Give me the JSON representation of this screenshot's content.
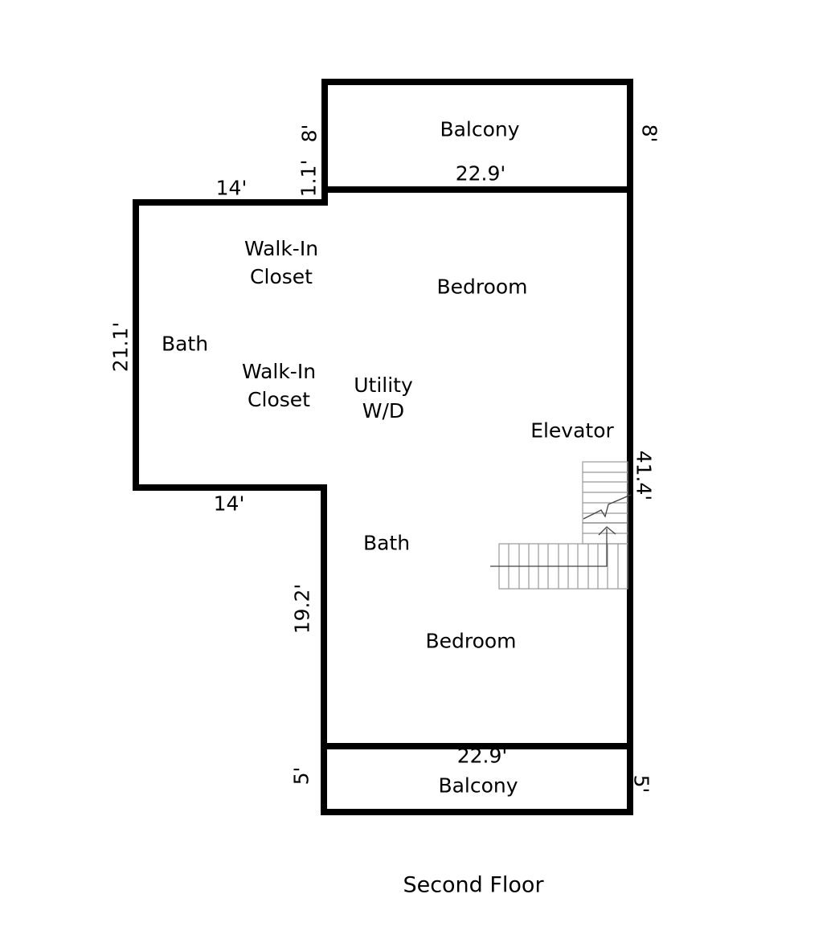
{
  "title": "Second Floor",
  "colors": {
    "wall": "#000000",
    "stair_tread": "#999999",
    "stair_arrow": "#444444",
    "text": "#000000",
    "background": "#ffffff"
  },
  "rooms": {
    "balcony_top": "Balcony",
    "bedroom_upper": "Bedroom",
    "walk_in_closet_upper": {
      "line1": "Walk-In",
      "line2": "Closet"
    },
    "bath_upper": "Bath",
    "walk_in_closet_lower": {
      "line1": "Walk-In",
      "line2": "Closet"
    },
    "utility": {
      "line1": "Utility",
      "line2": "W/D"
    },
    "elevator": "Elevator",
    "bath_lower": "Bath",
    "bedroom_lower": "Bedroom",
    "balcony_bottom": "Balcony"
  },
  "dimensions": {
    "balcony_top_width": "22.9'",
    "balcony_top_left_depth": "8'",
    "balcony_top_right_depth": "8'",
    "entry_step": "1.1'",
    "upper_left_width": "14'",
    "left_side_height": "21.1'",
    "lower_left_width": "14'",
    "mid_left_height": "19.2'",
    "right_side_height": "41.4'",
    "balcony_bottom_width": "22.9'",
    "balcony_bottom_left_depth": "5'",
    "balcony_bottom_right_depth": "5'"
  }
}
